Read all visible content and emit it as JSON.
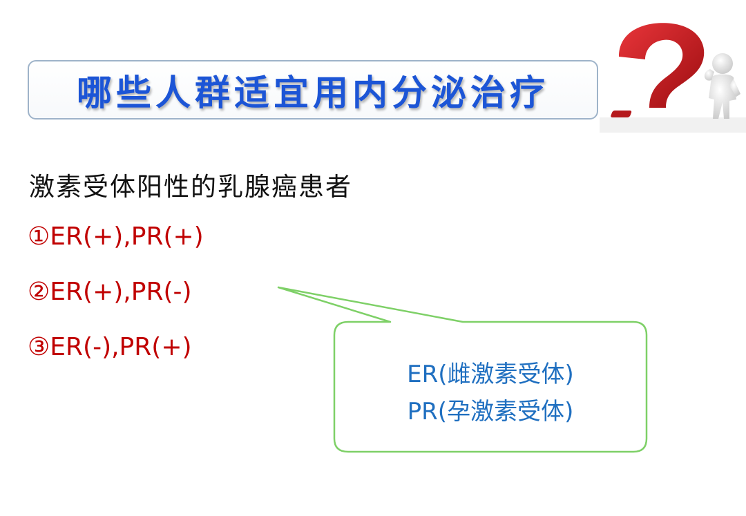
{
  "title": "哪些人群适宜用内分泌治疗",
  "subtitle": "激素受体阳性的乳腺癌患者",
  "items": [
    "①ER(+),PR(+)",
    "②ER(+),PR(-)",
    "③ER(-),PR(+)"
  ],
  "callout": {
    "lines": [
      "ER(雌激素受体)",
      "PR(孕激素受体)"
    ]
  },
  "illustration": {
    "icon": "question-mark-figure-icon"
  },
  "colors": {
    "title": "#1c55d6",
    "items": "#c00000",
    "callout_text": "#1f6fc0",
    "callout_border": "#7ed067",
    "question_mark": "#c8191c"
  }
}
